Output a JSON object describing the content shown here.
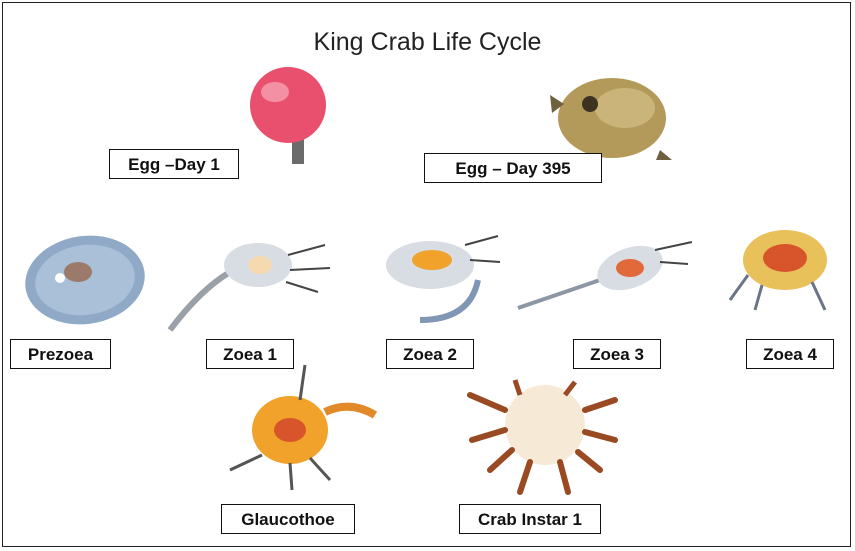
{
  "title": "King Crab Life Cycle",
  "stages": [
    {
      "key": "egg_day1",
      "label": "Egg –Day 1"
    },
    {
      "key": "egg_day395",
      "label": "Egg – Day 395"
    },
    {
      "key": "prezoea",
      "label": "Prezoea"
    },
    {
      "key": "zoea1",
      "label": "Zoea 1"
    },
    {
      "key": "zoea2",
      "label": "Zoea 2"
    },
    {
      "key": "zoea3",
      "label": "Zoea 3"
    },
    {
      "key": "zoea4",
      "label": "Zoea 4"
    },
    {
      "key": "glaucothoe",
      "label": "Glaucothoe"
    },
    {
      "key": "crab_instar1",
      "label": "Crab Instar 1"
    }
  ],
  "colors": {
    "egg_pink": "#e8506e",
    "egg_gold": "#b39a5a",
    "prezoea_blue": "#8fa9c6",
    "larva_grey": "#b7bcc4",
    "larva_orange": "#f0a22a",
    "crab_brown": "#9a4a22"
  }
}
